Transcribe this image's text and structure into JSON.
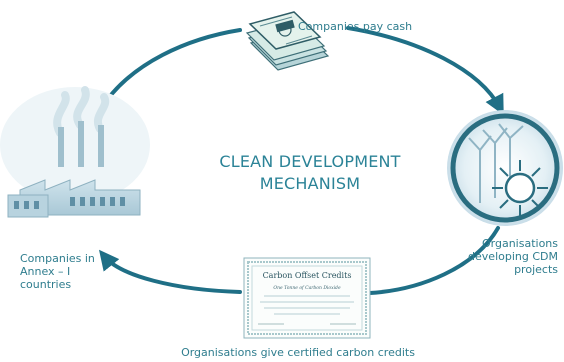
{
  "diagram": {
    "title_line1": "CLEAN DEVELOPMENT",
    "title_line2": "MECHANISM",
    "labels": {
      "pay_cash": "Companies pay cash",
      "cdm_line1": "Organisations",
      "cdm_line2": "developing CDM",
      "cdm_line3": "projects",
      "credits": "Organisations give certified carbon credits",
      "annex_line1": "Companies in",
      "annex_line2": "Annex – I",
      "annex_line3": "countries"
    },
    "certificate": {
      "heading": "Carbon Offset Credits",
      "subline": "One Tonne of Carbon Dioxide"
    },
    "icons": [
      "cash-stack-icon",
      "wind-solar-icon",
      "certificate-icon",
      "factory-icon"
    ],
    "colors": {
      "accent": "#1f6f86",
      "text": "#2f7d8e",
      "title": "#2b8397"
    }
  }
}
